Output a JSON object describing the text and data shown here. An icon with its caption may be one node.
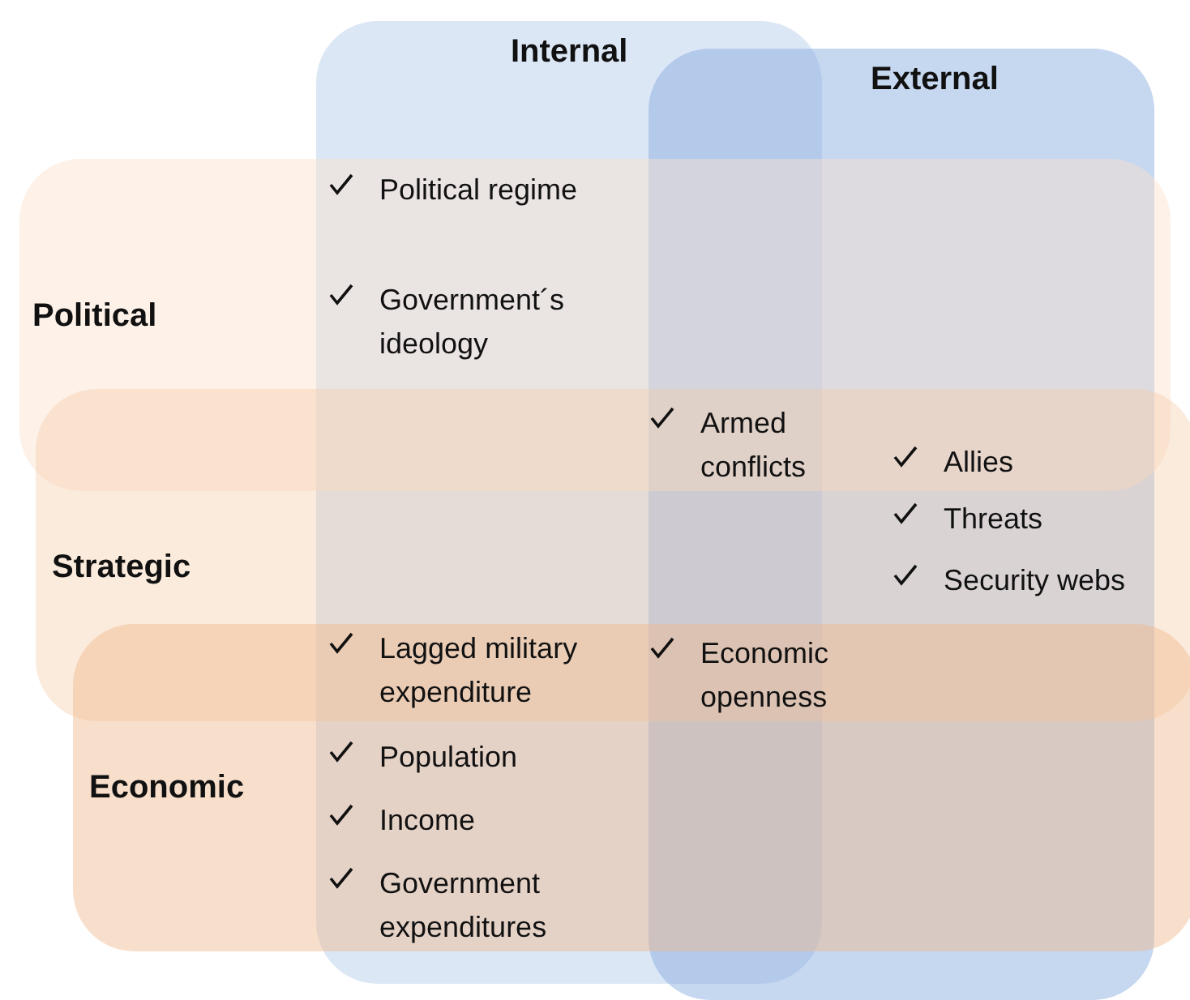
{
  "diagram": {
    "nodes": [
      {
        "text": [
          "Internal"
        ]
      },
      {
        "text": [
          "External"
        ]
      },
      {
        "text": [
          "Political"
        ]
      },
      {
        "text": [
          "Strategic"
        ]
      },
      {
        "text": [
          "Economic"
        ]
      }
    ],
    "labels": [
      "Political regime",
      "Government´s ideology",
      "Armed conflicts",
      "Allies",
      "Threats",
      "Security webs",
      "Lagged military expenditure",
      "Economic openness",
      "Population",
      "Income",
      "Government expenditures"
    ]
  }
}
